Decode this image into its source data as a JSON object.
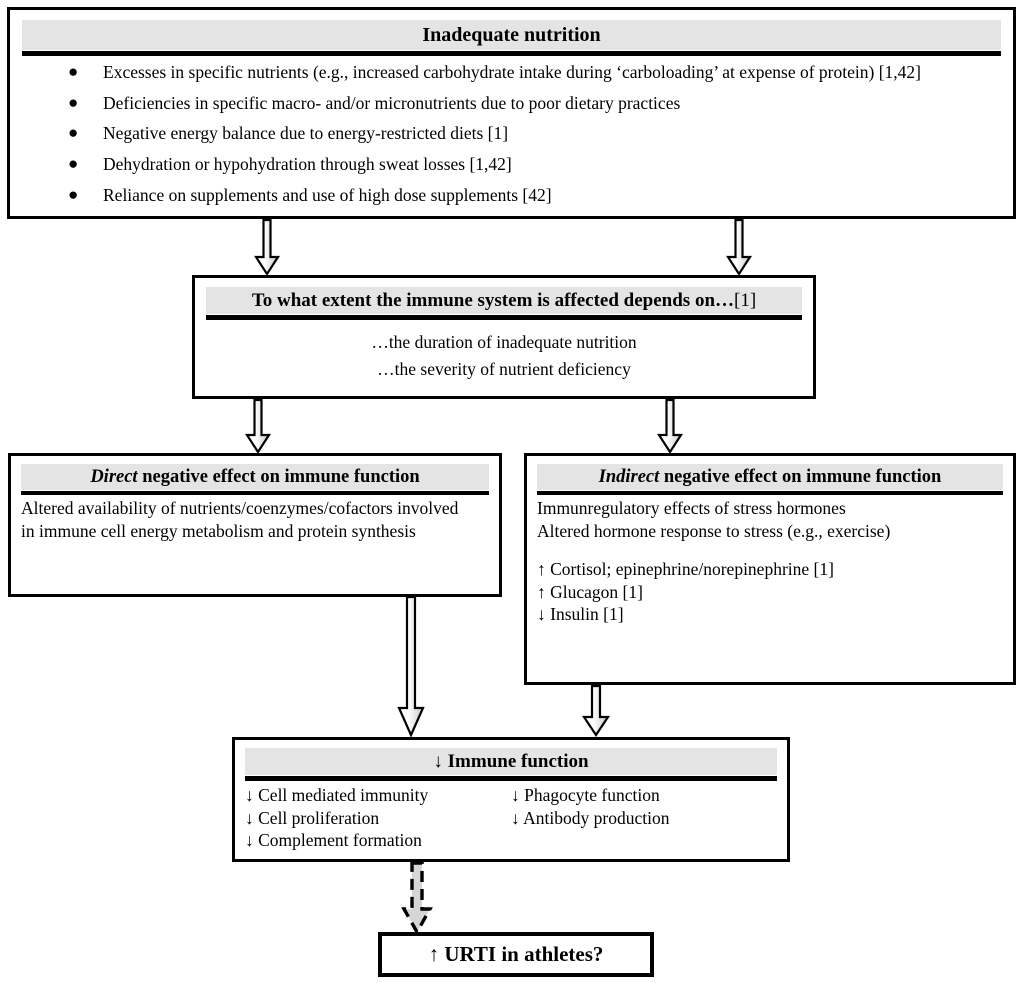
{
  "diagram": {
    "title": "Inadequate nutrition and immune function flow diagram",
    "accent_header_bg": "#e4e4e4",
    "line_color": "#000000",
    "background": "#ffffff"
  },
  "box_nutrition": {
    "header": "Inadequate nutrition",
    "bullet_glyph": "●",
    "bullets": [
      "Excesses in specific nutrients (e.g., increased carbohydrate intake during ‘carboloading’ at expense of protein) [1,42]",
      "Deficiencies in specific macro- and/or micronutrients due to poor dietary practices",
      "Negative energy balance due to energy-restricted diets [1]",
      "Dehydration or hypohydration through sweat losses [1,42]",
      "Reliance on supplements and use of high dose supplements [42]"
    ]
  },
  "box_depends": {
    "header_main": "To what extent the immune system is affected depends on…",
    "header_ref": "[1]",
    "lines": [
      "…the duration of inadequate nutrition",
      "…the severity of nutrient deficiency"
    ]
  },
  "box_direct": {
    "header_emphasis": "Direct",
    "header_rest": " negative effect on immune function",
    "lines": [
      "Altered availability of nutrients/coenzymes/cofactors involved",
      "in immune cell energy metabolism and protein synthesis"
    ]
  },
  "box_indirect": {
    "header_emphasis": "Indirect",
    "header_rest": " negative effect on immune function",
    "lines": [
      "Immunregulatory effects of stress hormones",
      "Altered hormone response to stress (e.g., exercise)"
    ],
    "hormones": [
      "↑ Cortisol; epinephrine/norepinephrine [1]",
      "↑ Glucagon [1]",
      "↓ Insulin [1]"
    ]
  },
  "box_immune": {
    "header": "↓ Immune function",
    "column_left": [
      "↓ Cell mediated immunity",
      "↓ Cell proliferation",
      "↓ Complement formation"
    ],
    "column_right": [
      "↓ Phagocyte function",
      "↓ Antibody production"
    ]
  },
  "box_urti": {
    "label": "↑ URTI in athletes?"
  },
  "arrows": [
    {
      "name": "nutrition-to-depends-left",
      "from": "box_nutrition",
      "to": "box_depends",
      "style": "solid-block"
    },
    {
      "name": "nutrition-to-depends-right",
      "from": "box_nutrition",
      "to": "box_depends",
      "style": "solid-block"
    },
    {
      "name": "depends-to-direct",
      "from": "box_depends",
      "to": "box_direct",
      "style": "solid-block"
    },
    {
      "name": "depends-to-indirect",
      "from": "box_depends",
      "to": "box_indirect",
      "style": "solid-block"
    },
    {
      "name": "direct-to-immune",
      "from": "box_direct",
      "to": "box_immune",
      "style": "solid-block"
    },
    {
      "name": "indirect-to-immune",
      "from": "box_indirect",
      "to": "box_immune",
      "style": "solid-block"
    },
    {
      "name": "immune-to-urti",
      "from": "box_immune",
      "to": "box_urti",
      "style": "dashed-block"
    }
  ]
}
